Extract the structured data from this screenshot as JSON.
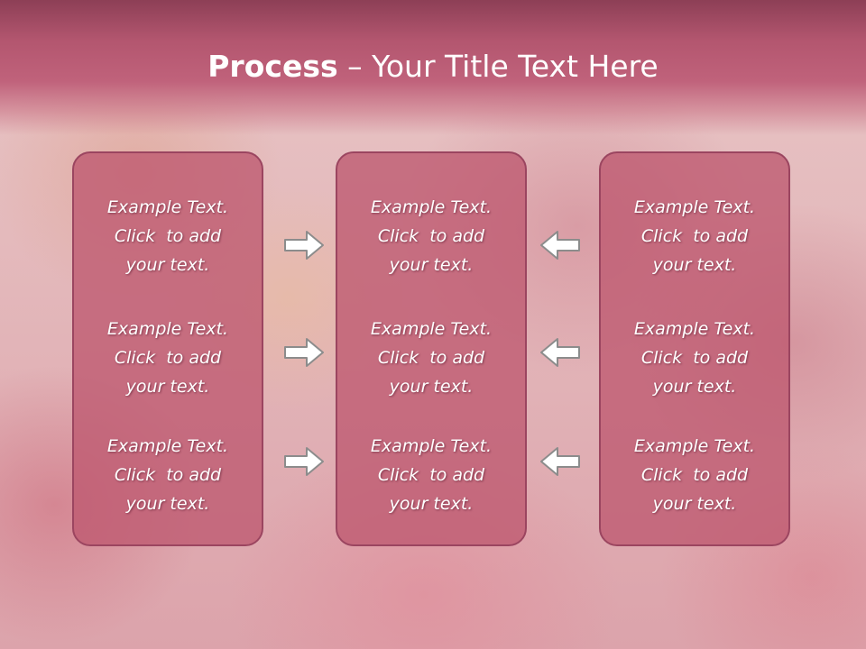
{
  "title": {
    "bold": "Process",
    "rest": " – Your Title Text Here"
  },
  "columns": [
    {
      "items": [
        {
          "l1": "Example Text.",
          "l2": "Click  to add",
          "l3": "your text."
        },
        {
          "l1": "Example Text.",
          "l2": "Click  to add",
          "l3": "your text."
        },
        {
          "l1": "Example Text.",
          "l2": "Click  to add",
          "l3": "your text."
        }
      ]
    },
    {
      "items": [
        {
          "l1": "Example Text.",
          "l2": "Click  to add",
          "l3": "your text."
        },
        {
          "l1": "Example Text.",
          "l2": "Click  to add",
          "l3": "your text."
        },
        {
          "l1": "Example Text.",
          "l2": "Click  to add",
          "l3": "your text."
        }
      ]
    },
    {
      "items": [
        {
          "l1": "Example Text.",
          "l2": "Click  to add",
          "l3": "your text."
        },
        {
          "l1": "Example Text.",
          "l2": "Click  to add",
          "l3": "your text."
        },
        {
          "l1": "Example Text.",
          "l2": "Click  to add",
          "l3": "your text."
        }
      ]
    }
  ],
  "arrows": {
    "left_group": "arrow-right-icon",
    "right_group": "arrow-left-icon"
  },
  "colors": {
    "banner": "#b3566f",
    "box_fill": "#be5870",
    "box_border": "#9b4560",
    "arrow_fill": "#ffffff",
    "arrow_stroke": "#8c8c8c"
  }
}
